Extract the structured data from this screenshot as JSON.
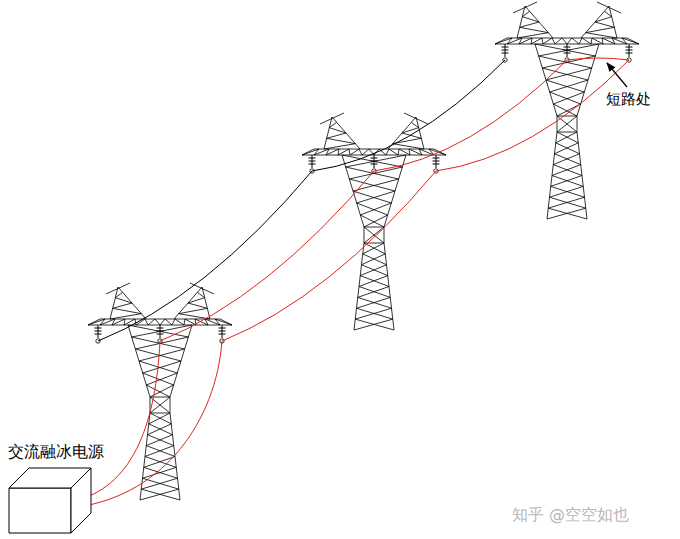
{
  "diagram": {
    "nodes": [
      {
        "text": [
          "交流融冰电源"
        ]
      }
    ],
    "labels": [
      "短路处",
      "知乎 @空空如也"
    ]
  }
}
